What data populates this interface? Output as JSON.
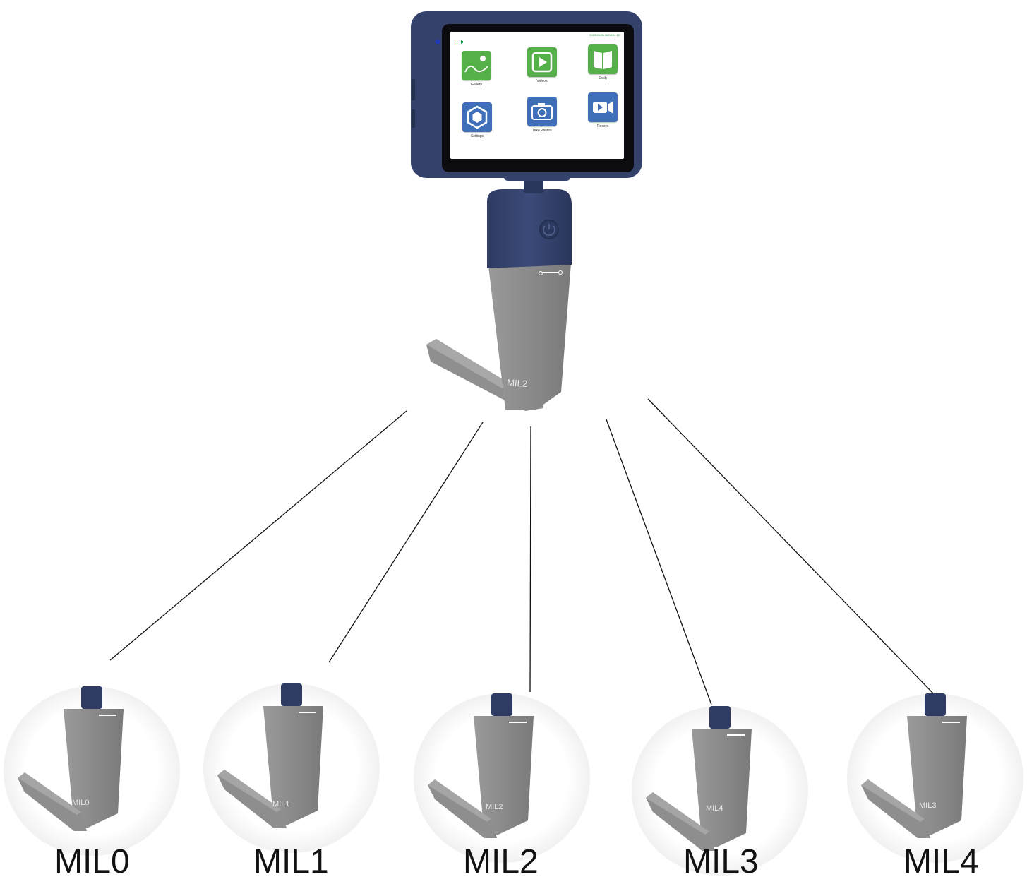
{
  "device": {
    "datetime": "2022-06-06 18:08:24:10",
    "handle_marking": "MIL2",
    "apps": [
      {
        "key": "gallery",
        "label": "Gallery",
        "icon": "gallery-icon",
        "color": "#56b04a"
      },
      {
        "key": "videos",
        "label": "Videos",
        "icon": "play-icon",
        "color": "#56b04a"
      },
      {
        "key": "study",
        "label": "Study",
        "icon": "book-icon",
        "color": "#56b04a"
      },
      {
        "key": "settings",
        "label": "Settings",
        "icon": "hexagon-settings-icon",
        "color": "#3f6fb8"
      },
      {
        "key": "take_photos",
        "label": "Take Photos",
        "icon": "camera-icon",
        "color": "#3f6fb8"
      },
      {
        "key": "record",
        "label": "Record",
        "icon": "video-camera-icon",
        "color": "#3f6fb8"
      }
    ]
  },
  "colors": {
    "body_navy": "#34426b",
    "blade_gray": "#8c8c8c",
    "app_green": "#56b04a",
    "app_blue": "#3f6fb8"
  },
  "blades": [
    {
      "label": "MIL0",
      "marking": "MIL0"
    },
    {
      "label": "MIL1",
      "marking": "MIL1"
    },
    {
      "label": "MIL2",
      "marking": "MIL2"
    },
    {
      "label": "MIL3",
      "marking": "MIL4"
    },
    {
      "label": "MIL4",
      "marking": "MIL3"
    }
  ]
}
